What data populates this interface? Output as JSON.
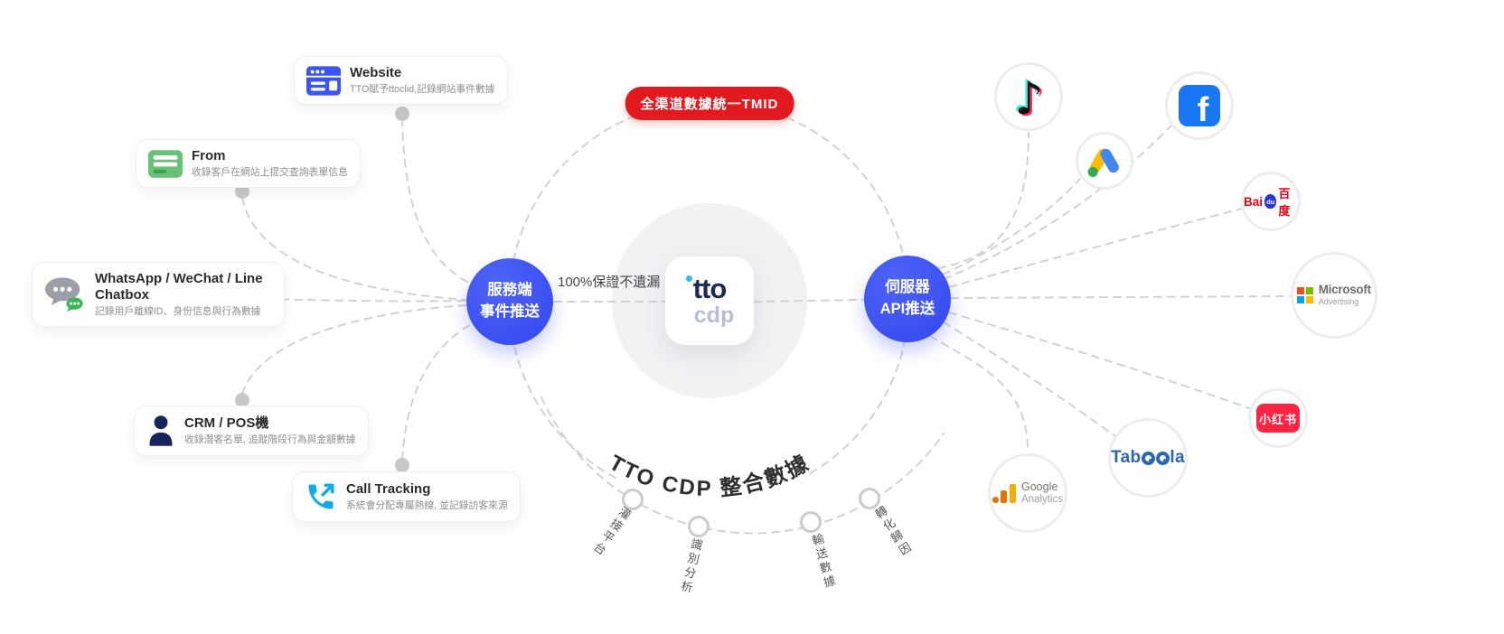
{
  "diagram": {
    "badge": "全渠道數據統一TMID",
    "guarantee": "100%保證不遺漏",
    "arc_title": "TTO CDP 整合數據",
    "logo": {
      "top": "tto",
      "bottom": "cdp"
    },
    "hubs": {
      "left": {
        "line1": "服務端",
        "line2": "事件推送"
      },
      "right": {
        "line1": "伺服器",
        "line2": "API推送"
      }
    },
    "steps": [
      "灌接平台",
      "識別分析",
      "輸送數據",
      "轉化歸因"
    ]
  },
  "sources": [
    {
      "title": "Website",
      "desc": "TTO賦予ttoclid,記錄網站事件數據",
      "icon": "browser-icon"
    },
    {
      "title": "From",
      "desc": "收錄客戶在網站上提交查詢表單信息",
      "icon": "form-icon"
    },
    {
      "title": "WhatsApp / WeChat / Line Chatbox",
      "desc": "記錄用戶離線ID、身份信息與行為數據",
      "icon": "chat-bubbles-icon"
    },
    {
      "title": "CRM / POS機",
      "desc": "收錄潛客名單, 追蹤階段行為與金額數據",
      "icon": "person-icon"
    },
    {
      "title": "Call Tracking",
      "desc": "系統會分配專屬熱線, 並記錄訪客來源",
      "icon": "phone-outgoing-icon"
    }
  ],
  "destinations": {
    "tiktok": {
      "icon": "tiktok-note-icon"
    },
    "google_ads": {
      "icon": "google-ads-icon"
    },
    "facebook": {
      "icon": "facebook-f-icon",
      "glyph": "f"
    },
    "baidu": {
      "icon": "baidu-logo",
      "text_left": "Bai",
      "text_paw": "du",
      "text_cn": "百度"
    },
    "microsoft": {
      "icon": "microsoft-squares-icon",
      "name": "Microsoft",
      "sub": "Advertising"
    },
    "xiaohongshu": {
      "icon": "xiaohongshu-logo",
      "label": "小红书"
    },
    "taboola": {
      "icon": "taboola-logo",
      "t1": "Tab",
      "t3": "la",
      "full": "Taboola"
    },
    "google_analytics": {
      "icon": "google-analytics-icon",
      "line1": "Google",
      "line2": "Analytics"
    }
  },
  "colors": {
    "hub_blue": "#3b50f2",
    "badge_red": "#e21a20",
    "logo_navy": "#1c2b52",
    "logo_gray": "#b8bed6",
    "accent_cyan": "#2bc4ea",
    "dash_gray": "#d2d2d4",
    "facebook_blue": "#1877f2",
    "xiaohongshu_red": "#ff2442",
    "taboola_blue": "#2a66ad",
    "google_ads_yellow": "#fbbc04",
    "google_ads_blue": "#4285f4",
    "google_ads_green": "#34a853",
    "ga_orange": "#f9ab00",
    "ms_red": "#f25022",
    "ms_green": "#7fba00",
    "ms_blue": "#00a4ef",
    "ms_yellow": "#ffb900"
  }
}
